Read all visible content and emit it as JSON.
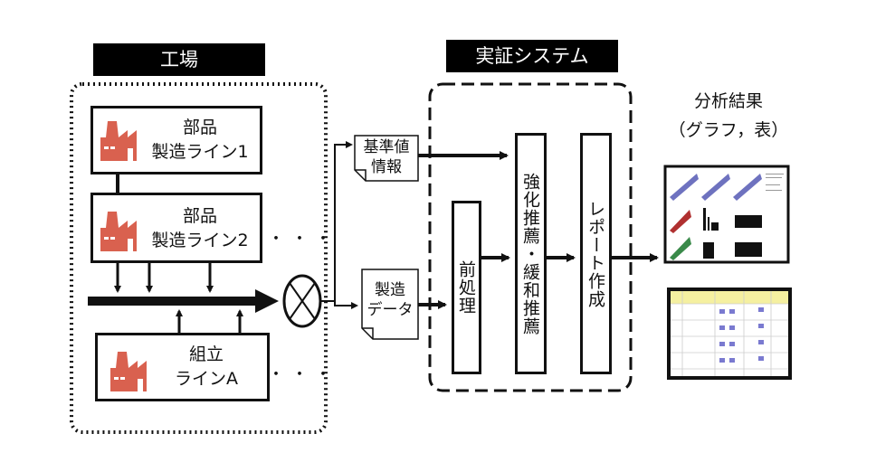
{
  "factory": {
    "title": "工場",
    "lines": [
      {
        "line1": "部品",
        "line2": "製造ライン1"
      },
      {
        "line1": "部品",
        "line2": "製造ライン2"
      },
      {
        "line1": "組立",
        "line2": "ラインA"
      }
    ],
    "ellipsis": "・・・"
  },
  "documents": {
    "reference": {
      "line1": "基準値",
      "line2": "情報"
    },
    "manufacturing": {
      "line1": "製造",
      "line2": "データ"
    }
  },
  "system": {
    "title": "実証システム",
    "steps": [
      "前処理",
      "強化推薦・緩和推薦",
      "レポート作成"
    ]
  },
  "results": {
    "line1": "分析結果",
    "line2": "（グラフ，表）"
  },
  "colors": {
    "factory_icon": "#d9614f",
    "table_header": "#f5f0a0"
  }
}
